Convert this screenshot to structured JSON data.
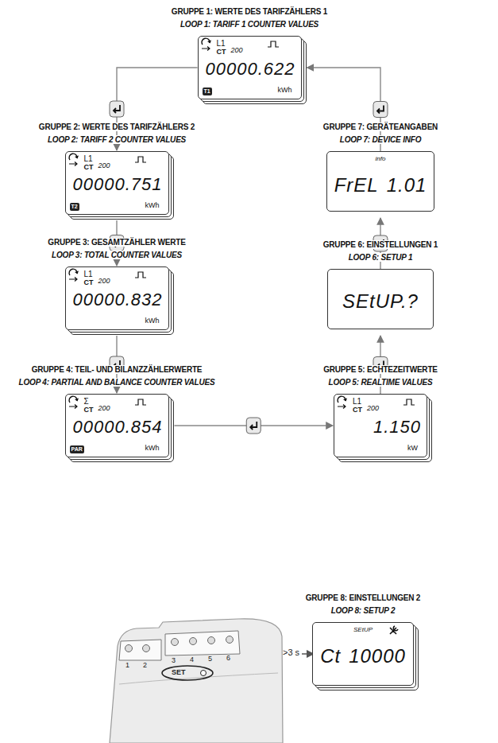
{
  "diagram": {
    "nodes": [
      {
        "text": [
          "GRUPPE 1: WERTE DES TARIFZÄHLERS 1",
          "LOOP 1: TARIFF 1 COUNTER VALUES",
          "L1",
          "CT",
          "200",
          "00000.622",
          "kWh",
          "T1"
        ]
      },
      {
        "text": [
          "GRUPPE 2: WERTE DES TARIFZÄHLERS 2",
          "LOOP 2: TARIFF 2 COUNTER VALUES",
          "L1",
          "CT",
          "200",
          "00000.751",
          "kWh",
          "T2"
        ]
      },
      {
        "text": [
          "GRUPPE 3: GESAMTZÄHLER WERTE",
          "LOOP 3: TOTAL COUNTER VALUES",
          "L1",
          "CT",
          "200",
          "00000.832",
          "kWh"
        ]
      },
      {
        "text": [
          "GRUPPE 4: TEIL- UND BILANZZÄHLERWERTE",
          "LOOP 4: PARTIAL AND BALANCE COUNTER VALUES",
          "Σ",
          "CT",
          "200",
          "00000.854",
          "PAR",
          "kWh"
        ]
      },
      {
        "text": [
          "GRUPPE 5: ECHTEZEITWERTE",
          "LOOP 5: REALTIME VALUES",
          "L1",
          "CT",
          "200",
          "1.150",
          "kW"
        ]
      },
      {
        "text": [
          "GRUPPE 6: EINSTELLUNGEN 1",
          "LOOP 6: SETUP 1",
          "SEtUP.?"
        ]
      },
      {
        "text": [
          "GRUPPE 7: GERÄTEANGABEN",
          "LOOP 7: DEVICE INFO",
          "info",
          "FrEL",
          "1.01"
        ]
      },
      {
        "text": [
          "GRUPPE 8: EINSTELLUNGEN 2",
          "LOOP 8: SETUP 2",
          "SEtUP",
          "Ct",
          "10000"
        ]
      }
    ],
    "edges": [
      {
        "from": 0,
        "to": 1,
        "arrow": "to"
      },
      {
        "from": 1,
        "to": 2,
        "arrow": "to"
      },
      {
        "from": 2,
        "to": 3,
        "arrow": "to"
      },
      {
        "from": 3,
        "to": 4,
        "arrow": "to"
      },
      {
        "from": 4,
        "to": 5,
        "arrow": "to"
      },
      {
        "from": 5,
        "to": 6,
        "arrow": "to"
      },
      {
        "from": 6,
        "to": 0,
        "arrow": "to"
      }
    ],
    "labels": [
      "SET",
      ">3 s",
      "1",
      "2",
      "3",
      "4",
      "5",
      "6"
    ]
  }
}
